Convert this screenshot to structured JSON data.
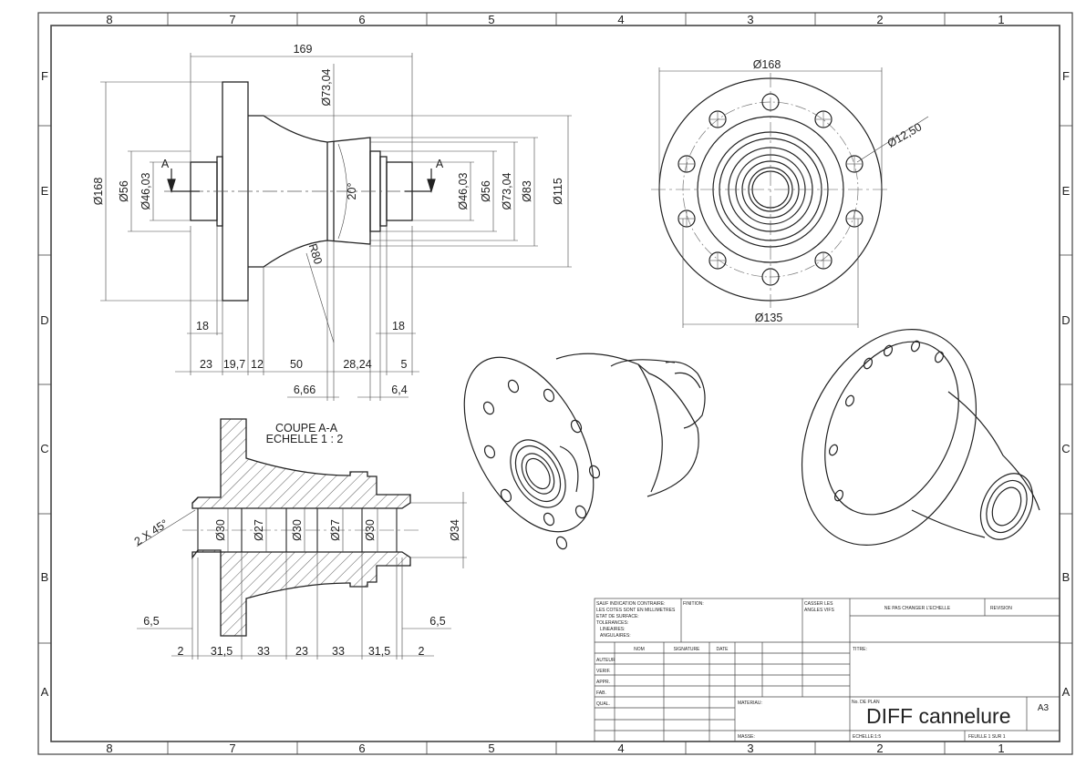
{
  "border": {
    "columns": [
      "8",
      "7",
      "6",
      "5",
      "4",
      "3",
      "2",
      "1"
    ],
    "rows": [
      "F",
      "E",
      "D",
      "C",
      "B",
      "A"
    ]
  },
  "front_view": {
    "dimensions": {
      "overall_length": "169",
      "dia_flange": "Ø168",
      "dia_56_left": "Ø56",
      "dia_46_left": "Ø46,03",
      "dia_7304_top": "Ø73,04",
      "angle": "20°",
      "radius": "R80",
      "dia_46_right": "Ø46,03",
      "dia_56_right": "Ø56",
      "dia_7304_right": "Ø73,04",
      "dia_83": "Ø83",
      "dia_115": "Ø115",
      "len_18_left": "18",
      "len_18_right": "18",
      "len_23": "23",
      "len_197": "19,7",
      "len_12": "12",
      "len_50": "50",
      "len_2824": "28,24",
      "len_5": "5",
      "len_666": "6,66",
      "len_64": "6,4"
    },
    "section_mark": "A"
  },
  "side_view": {
    "dimensions": {
      "dia_168": "Ø168",
      "dia_1250": "Ø12,50",
      "dia_135": "Ø135"
    }
  },
  "section_view": {
    "title": "COUPE A-A",
    "scale": "ECHELLE 1 : 2",
    "chamfer": "2 X 45°",
    "dimensions": {
      "dia_30_a": "Ø30",
      "dia_27_a": "Ø27",
      "dia_30_b": "Ø30",
      "dia_27_b": "Ø27",
      "dia_30_c": "Ø30",
      "dia_34": "Ø34",
      "len_65_left": "6,5",
      "len_65_right": "6,5",
      "len_2_left": "2",
      "len_315_a": "31,5",
      "len_33_a": "33",
      "len_23": "23",
      "len_33_b": "33",
      "len_315_b": "31,5",
      "len_2_right": "2"
    }
  },
  "title_block": {
    "notes": [
      "SAUF INDICATION CONTRAIRE:",
      "LES COTES SONT EN MILLIMETRES",
      "ETAT DE SURFACE:",
      "TOLERANCES:",
      "LINEAIRES:",
      "ANGULAIRES:"
    ],
    "finish": "FINITION:",
    "break_edges": [
      "CASSER LES",
      "ANGLES VIFS"
    ],
    "no_scale": "NE PAS CHANGER L'ECHELLE",
    "revision": "REVISION",
    "col_nom": "NOM",
    "col_signature": "SIGNATURE",
    "col_date": "DATE",
    "roles": [
      "AUTEUR",
      "VERIF.",
      "APPR.",
      "FAB.",
      "QUAL."
    ],
    "title_label": "TITRE:",
    "material": "MATERIAU:",
    "drawing_no_label": "No. DE PLAN",
    "drawing_title": "DIFF cannelure",
    "format": "A3",
    "mass": "MASSE:",
    "scale": "ECHELLE:1:5",
    "sheet": "FEUILLE 1 SUR 1"
  }
}
